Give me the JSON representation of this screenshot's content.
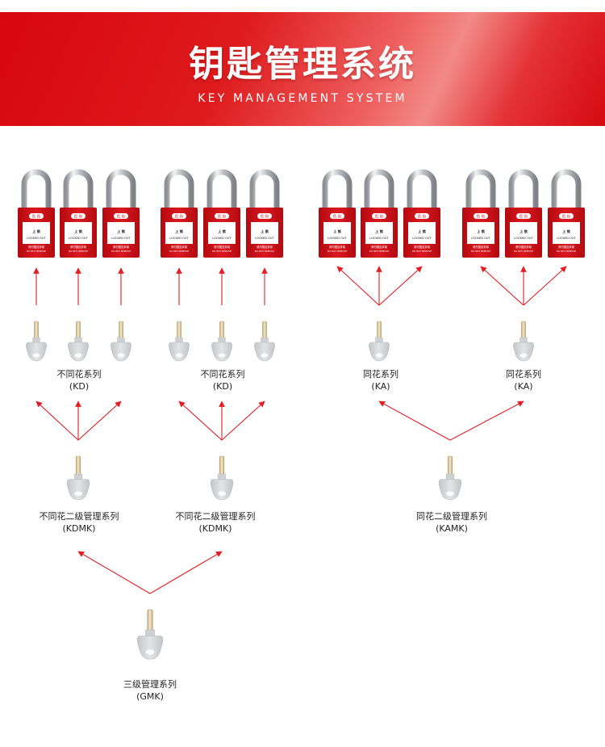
{
  "header": {
    "title": "钥匙管理系统",
    "subtitle": "KEY MANAGEMENT SYSTEM"
  },
  "padlock": {
    "tag": "危 险",
    "text_cn": "上 锁",
    "text_en": "LOCKED OUT",
    "warn_cn": "请勿擅自拆除",
    "warn_en": "DO NOT REMOVE"
  },
  "colors": {
    "banner_red": "#d8060f",
    "lock_body": "#d40f18",
    "arrow": "#e51e25",
    "key_silver": "#d6d7d9"
  },
  "groups": {
    "kd1": {
      "name": "不同花系列",
      "code": "(KD)"
    },
    "kd2": {
      "name": "不同花系列",
      "code": "(KD)"
    },
    "ka1": {
      "name": "同花系列",
      "code": "(KA)"
    },
    "ka2": {
      "name": "同花系列",
      "code": "(KA)"
    },
    "kdmk1": {
      "name": "不同花二级管理系列",
      "code": "(KDMK)"
    },
    "kdmk2": {
      "name": "不同花二级管理系列",
      "code": "(KDMK)"
    },
    "kamk": {
      "name": "同花二级管理系列",
      "code": "(KAMK)"
    },
    "gmk": {
      "name": "三级管理系列",
      "code": "(GMK)"
    }
  }
}
